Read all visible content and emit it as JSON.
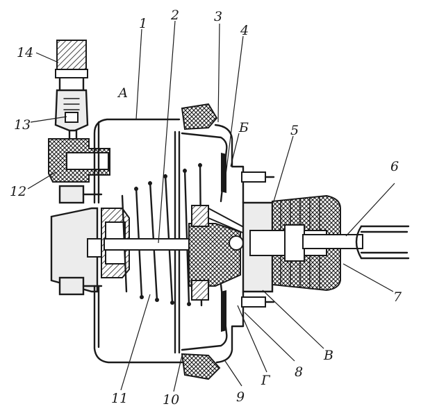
{
  "labels": {
    "l1": "1",
    "l2": "2",
    "l3": "3",
    "l4": "4",
    "l5": "5",
    "l6": "6",
    "l7": "7",
    "l8": "8",
    "l9": "9",
    "l10": "10",
    "l11": "11",
    "l12": "12",
    "l13": "13",
    "l14": "14",
    "chamberA": "А",
    "chamberB": "Б",
    "chamberV": "В",
    "chamberG": "Г"
  }
}
